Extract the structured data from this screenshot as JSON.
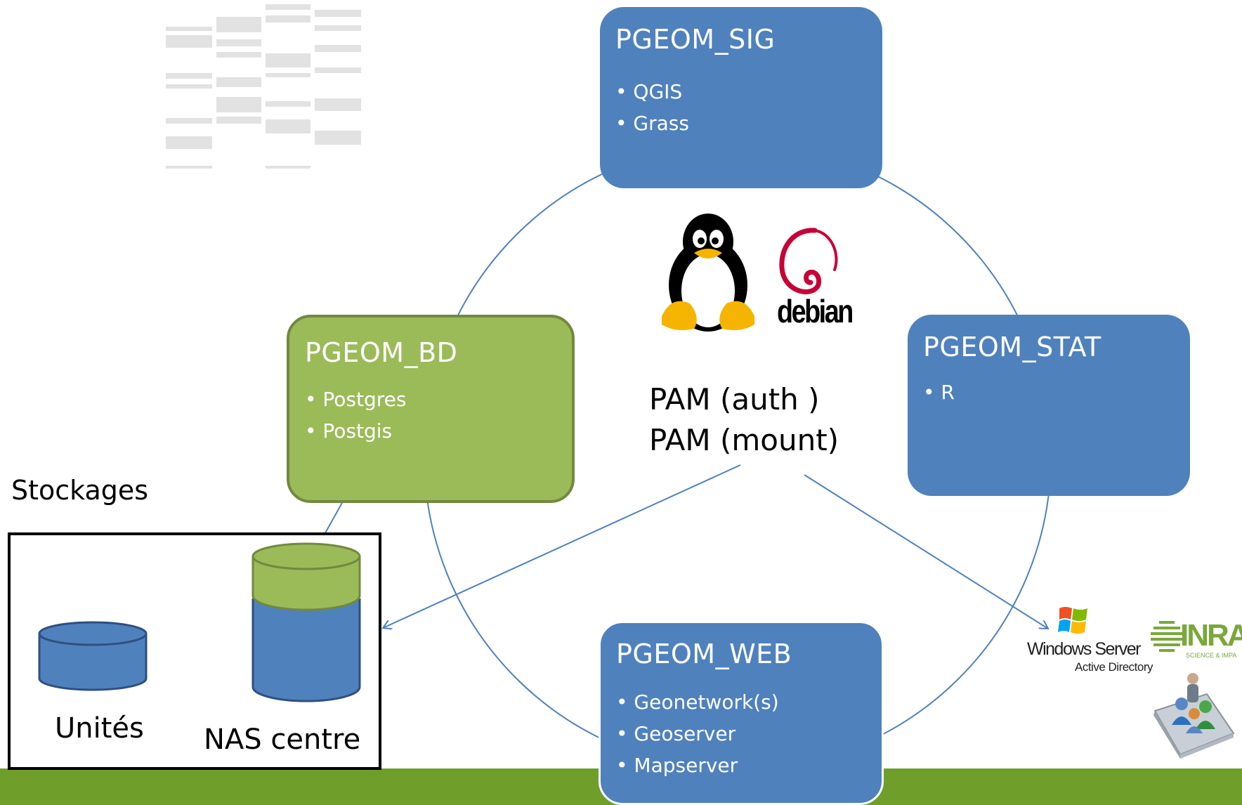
{
  "boxes": {
    "sig": {
      "title": "PGEOM_SIG",
      "items": [
        "QGIS",
        "Grass"
      ]
    },
    "bd": {
      "title": "PGEOM_BD",
      "items": [
        "Postgres",
        "Postgis"
      ]
    },
    "stat": {
      "title": "PGEOM_STAT",
      "items": [
        "R"
      ]
    },
    "web": {
      "title": "PGEOM_WEB",
      "items": [
        "Geonetwork(s)",
        "Geoserver",
        "Mapserver"
      ]
    }
  },
  "center": {
    "line1": "PAM (auth )",
    "line2": "PAM (mount)"
  },
  "logos": {
    "debian": "debian",
    "windows_server": "Windows Server",
    "active_directory": "Active Directory",
    "inra": "INRA",
    "inra_tagline": "SCIENCE & IMPACT"
  },
  "storage": {
    "heading": "Stockages",
    "unites": "Unités",
    "nas": "NAS centre"
  },
  "colors": {
    "blue": "#4f81bd",
    "green": "#9bbb59",
    "footer": "#6f9e2b",
    "connector": "#4f81bd"
  }
}
